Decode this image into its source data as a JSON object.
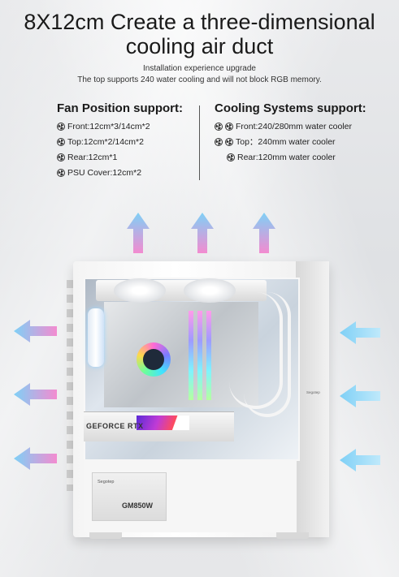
{
  "header": {
    "title_line1": "8X12cm Create a three-dimensional",
    "title_line2": "cooling air duct",
    "subtitle_line1": "Installation experience upgrade",
    "subtitle_line2": "The top supports 240 water cooling and will not block RGB memory."
  },
  "fan_position": {
    "heading": "Fan Position support:",
    "items": [
      "Front:12cm*3/14cm*2",
      "Top:12cm*2/14cm*2",
      "Rear:12cm*1",
      "PSU Cover:12cm*2"
    ]
  },
  "cooling_systems": {
    "heading": "Cooling Systems support:",
    "items": [
      "Front:240/280mm water cooler",
      "Top：240mm water cooler",
      "Rear:120mm water cooler"
    ]
  },
  "case": {
    "gpu_label": "GEFORCE RTX",
    "psu_brand": "Segotep",
    "psu_model": "GM850W",
    "side_label": "Segotep"
  },
  "icons": [
    "fan-icon",
    "airflow-arrow-icon"
  ],
  "colors": {
    "arrow_top": "#7fd0f6",
    "arrow_bottom": "#f38bd0"
  }
}
